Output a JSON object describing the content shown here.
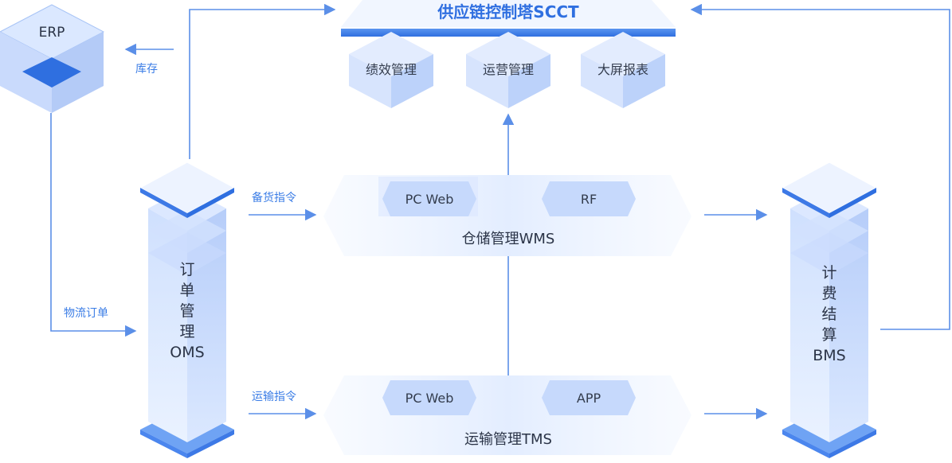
{
  "scct": {
    "title": "供应链控制塔SCCT"
  },
  "modules": [
    "绩效管理",
    "运营管理",
    "大屏报表"
  ],
  "erp": {
    "label": "ERP"
  },
  "oms": {
    "lines": [
      "订",
      "单",
      "管",
      "理"
    ],
    "abbr": "OMS"
  },
  "bms": {
    "lines": [
      "计",
      "费",
      "结",
      "算"
    ],
    "abbr": "BMS"
  },
  "wms": {
    "title": "仓储管理WMS",
    "clients": [
      "PC Web",
      "RF"
    ]
  },
  "tms": {
    "title": "运输管理TMS",
    "clients": [
      "PC Web",
      "APP"
    ]
  },
  "edges": {
    "inventory": "库存",
    "logistics_order": "物流订单",
    "stock_instruction": "备货指令",
    "transport_instruction": "运输指令"
  },
  "colors": {
    "accent": "#3b7de6",
    "arrow": "#5b8fe8",
    "title": "#2f6fe0",
    "text": "#333c4d"
  }
}
